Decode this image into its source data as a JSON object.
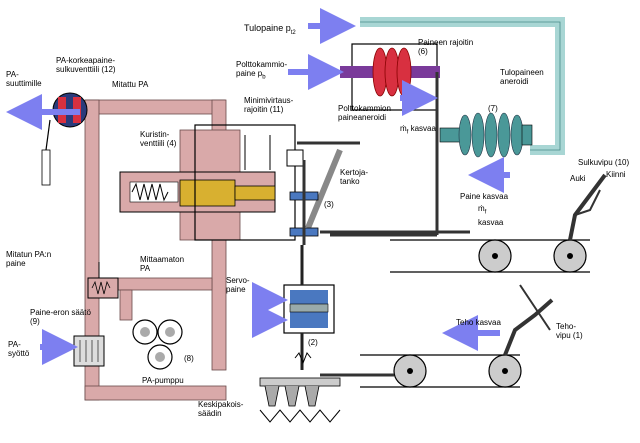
{
  "labels": {
    "pa_suuttimille": "PA-\nsuuttimille",
    "pa_valve": "PA-korkeapaine-\nsulkuventtiili (12)",
    "mitattu_pa": "Mitattu PA",
    "kuristin": "Kuristin-\nventtiili (4)",
    "mitatun_pa": "Mitatun PA:n\npaine",
    "mittaamaton": "Mittaamaton\nPA",
    "paine_eron": "Paine-eron säätö\n(9)",
    "pa_syotto": "PA-\nsyöttö",
    "pa_pumppu": "PA-pumppu",
    "pump_number": "(8)",
    "tulopaine": "Tulopaine p",
    "tulopaine_sub": "t2",
    "polttokammio_p": "Polttokammio-\npaine  p",
    "polttokammio_p_sub": "b",
    "paineen_rajoitin": "Paineen rajoitin\n(6)",
    "polttokammion_aneroidi": "Polttokammion\npaineaneroidi",
    "mf_kasvaa_1": "ṁ",
    "mf_kasvaa_1_sub": "f",
    "mf_kasvaa_1_text": "kasvaa",
    "tulopaineen_aneroidi": "Tulopaineen\naneroidi",
    "aneroid_number": "(7)",
    "minimivirtaus": "Minimivirtaus-\nrajoitin (11)",
    "kertojatanko": "Kertoja-\ntanko",
    "lever_number": "(3)",
    "paine_kasvaa": "Paine kasvaa",
    "mf_kasvaa_2": "ṁ",
    "mf_kasvaa_2_sub": "f",
    "mf_kasvaa_2_text": "kasvaa",
    "sulkuvipu": "Sulkuvipu (10)",
    "auki": "Auki",
    "kiinni": "Kiinni",
    "servopaine": "Servo-\npaine",
    "servo_number": "(2)",
    "teho_kasvaa": "Teho kasvaa",
    "tehovipu": "Teho-\nvipu (1)",
    "keskipakois": "Keskipakois-\nsäädin"
  },
  "colors": {
    "pa_pipe": "#d9a9a9",
    "aneroid_pipe": "#a8d6d4",
    "flow_arrow": "#7d7ff0",
    "fuel_valve": "#d8b030",
    "servo_fluid": "#4a78c0",
    "aneroid_bellows": "#d83040",
    "aneroid7": "#4a9898"
  }
}
